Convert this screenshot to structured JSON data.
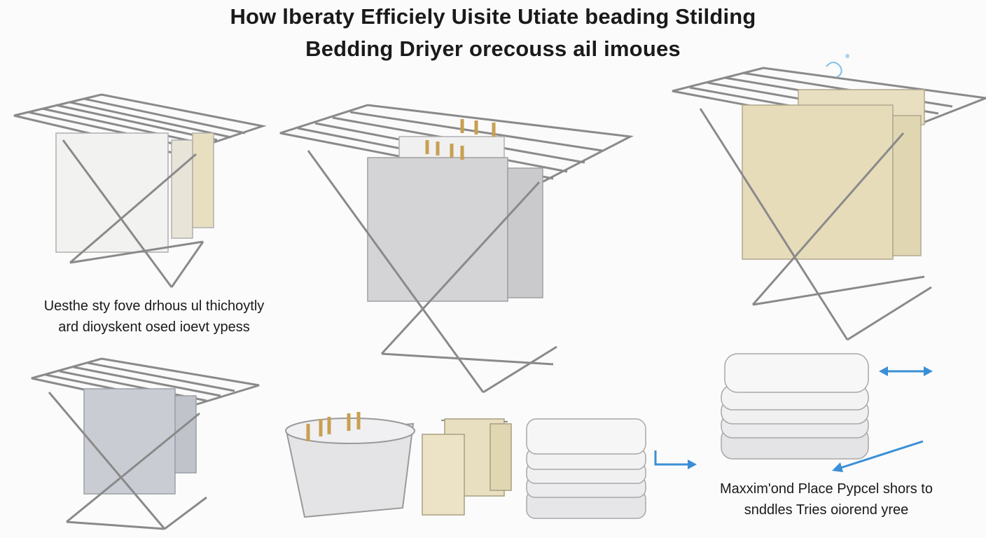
{
  "header": {
    "title_line1": "How lberaty Efficiely Uisite Utiate beading Stilding",
    "title_line2": "Bedding Driyer orecouss ail imoues"
  },
  "captions": {
    "left_line1": "Uesthe sty fove drhous ul thichoytly",
    "left_line2": "ard dioyskent osed ioevt ypess",
    "right_line1": "Maxxim'ond Place Pypcel shors to",
    "right_line2": "snddles Tries oiorend yree"
  },
  "colors": {
    "rack": "#8a8a8a",
    "sheet_white": "#f2f2f0",
    "sheet_beige": "#e8dfc0",
    "sheet_grey": "#c9cdd3",
    "pin": "#c8a050",
    "arrow": "#3a8fd6"
  }
}
